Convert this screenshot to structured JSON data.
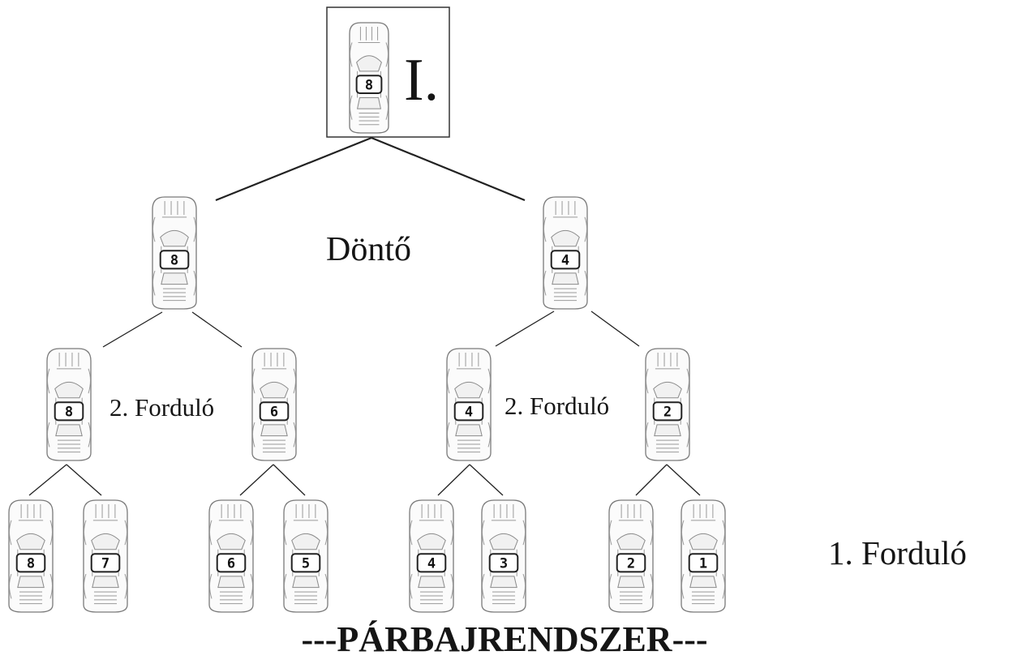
{
  "winner": {
    "car": "8",
    "rank": "I."
  },
  "final": {
    "label": "Döntő",
    "cars": [
      "8",
      "4"
    ]
  },
  "round2": {
    "label_left": "2. Forduló",
    "label_right": "2. Forduló",
    "cars": [
      "8",
      "6",
      "4",
      "2"
    ]
  },
  "round1": {
    "label": "1. Forduló",
    "cars": [
      "8",
      "7",
      "6",
      "5",
      "4",
      "3",
      "2",
      "1"
    ]
  },
  "title": "---PÁRBAJRENDSZER---"
}
